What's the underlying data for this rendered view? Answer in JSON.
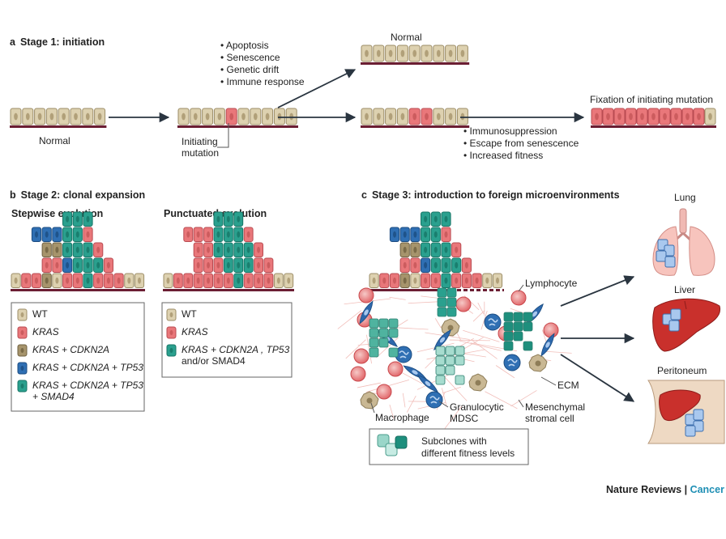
{
  "panel_a": {
    "heading": "a Stage 1: initiation",
    "normal_label": "Normal",
    "initiating_label_1": "Initiating",
    "initiating_label_2": "mutation",
    "upper_branch_label": "Normal",
    "fixation_label": "Fixation of initiating mutation",
    "negative_forces": [
      "Apoptosis",
      "Senescence",
      "Genetic drift",
      "Immune response"
    ],
    "positive_forces": [
      "Immunosuppression",
      "Escape from senescence",
      "Increased fitness"
    ]
  },
  "panel_b": {
    "heading": "b Stage 2: clonal expansion",
    "stepwise_title": "Stepwise evolution",
    "punctuated_title": "Punctuated evolution",
    "stepwise_legend": [
      "WT",
      "KRAS",
      "KRAS + CDKN2A",
      "KRAS + CDKN2A + TP53",
      "KRAS + CDKN2A + TP53",
      "+ SMAD4"
    ],
    "punctuated_legend": [
      "WT",
      "KRAS",
      "KRAS + CDKN2A , TP53",
      "and/or SMAD4"
    ]
  },
  "panel_c": {
    "heading": "c Stage 3: introduction to foreign microenvironments",
    "labels": {
      "lymphocyte": "Lymphocyte",
      "ecm": "ECM",
      "macrophage": "Macrophage",
      "granulocytic_1": "Granulocytic",
      "granulocytic_2": "MDSC",
      "mesenchymal_1": "Mesenchymal",
      "mesenchymal_2": "stromal cell"
    },
    "subclone_legend_1": "Subclones with",
    "subclone_legend_2": "different fitness levels",
    "organs": [
      "Lung",
      "Liver",
      "Peritoneum"
    ]
  },
  "credit": {
    "journal": "Nature Reviews",
    "sep": " | ",
    "section": "Cancer"
  },
  "colors": {
    "wt": "#ddd1b0",
    "kras": "#e9777a",
    "cdkn2a": "#a6946c",
    "tp53": "#2f6fb3",
    "smad4": "#2aa08e",
    "membrane": "#6b1e33",
    "arrow": "#2a3540",
    "organ": "#c9302c",
    "subclone": "#8fd0c3"
  }
}
